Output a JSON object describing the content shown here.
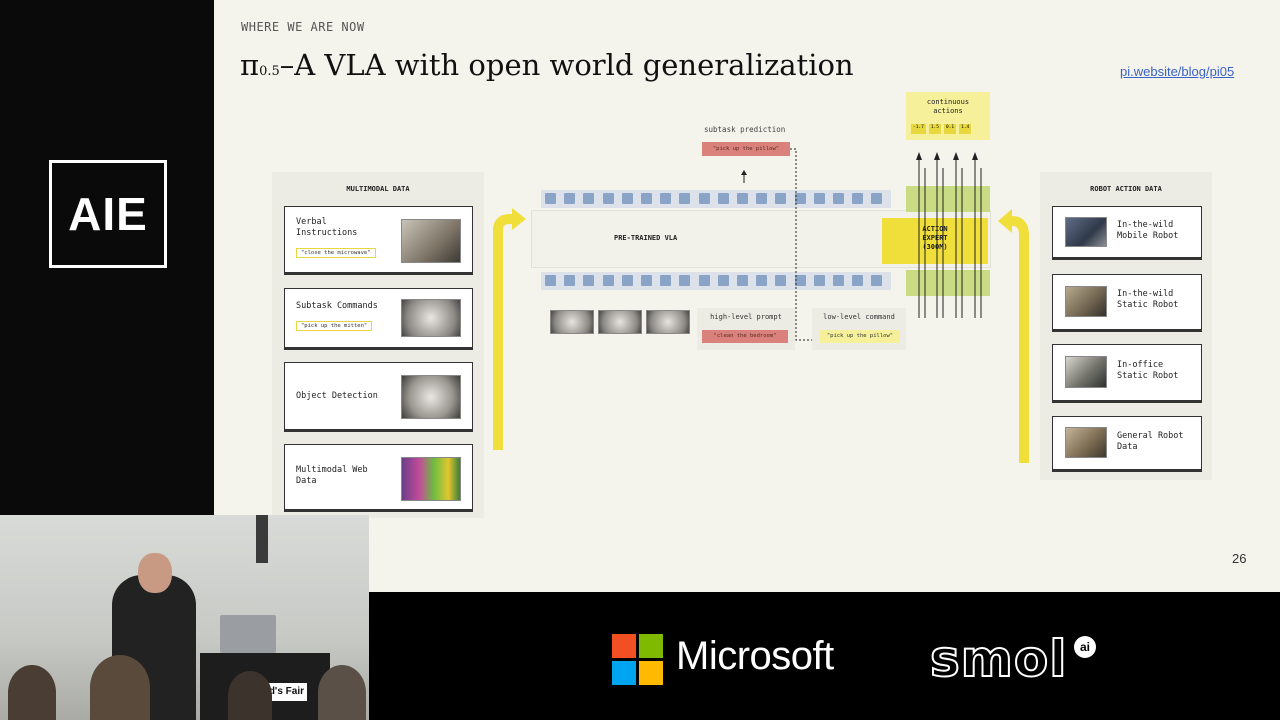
{
  "logo": {
    "text": "AIE"
  },
  "slide": {
    "kicker": "WHERE WE ARE NOW",
    "title_pi": "π",
    "title_sub": "0.5",
    "title_rest": "–A VLA with open world generalization",
    "link": "pi.website/blog/pi05",
    "page_number": "26"
  },
  "diagram": {
    "multimodal": {
      "title": "MULTIMODAL DATA",
      "cards": [
        {
          "label": "Verbal\nInstructions",
          "pill": "\"close the microwave\""
        },
        {
          "label": "Subtask Commands",
          "pill": "\"pick up the mitten\""
        },
        {
          "label": "Object Detection",
          "pill": ""
        },
        {
          "label": "Multimodal Web\nData",
          "pill": ""
        }
      ]
    },
    "center": {
      "subtask_prediction": "subtask prediction",
      "subtask_pill": "\"pick up the pillow\"",
      "pretrained_label": "PRE-TRAINED VLA",
      "action_expert": "ACTION\nEXPERT\n(300M)",
      "continuous_actions": "continuous\nactions",
      "action_values": [
        "-1.7",
        "1.5",
        "0.1",
        "1.4"
      ],
      "high_level_prompt": "high-level prompt",
      "high_pill": "\"clean the bedroom\"",
      "low_level_command": "low-level command",
      "low_pill": "\"pick up the pillow\""
    },
    "robot": {
      "title": "ROBOT ACTION DATA",
      "cards": [
        {
          "label": "In-the-wild\nMobile Robot"
        },
        {
          "label": "In-the-wild\nStatic Robot"
        },
        {
          "label": "In-office\nStatic Robot"
        },
        {
          "label": "General Robot\nData"
        }
      ]
    }
  },
  "sponsors": {
    "microsoft": "Microsoft",
    "smol": "smol",
    "ai": "ai"
  },
  "speaker": {
    "banner_text": "d's Fair"
  },
  "colors": {
    "slide_bg": "#f4f3ec",
    "token_blue": "#8aa4c8",
    "token_green": "#b8cf6b",
    "yellow": "#f0df3a",
    "red_pill": "#d9817a"
  }
}
